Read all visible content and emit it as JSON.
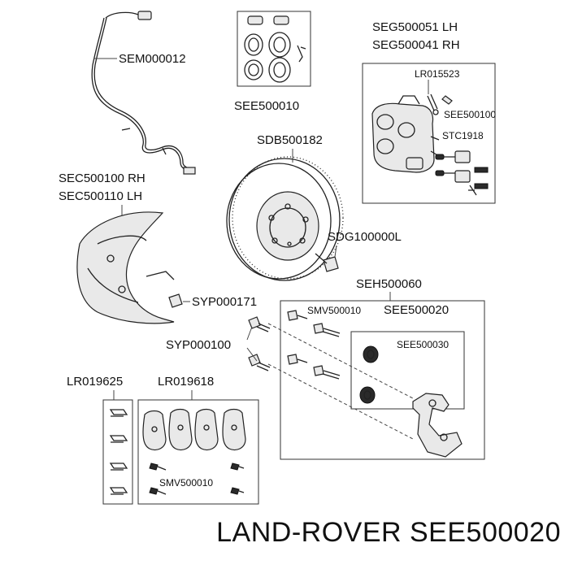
{
  "labels": {
    "sensor": "SEM000012",
    "seal_kit": "SEE500010",
    "caliper_lh": "SEG500051 LH",
    "caliper_rh": "SEG500041 RH",
    "bleed_screw": "LR015523",
    "caliper_seal": "SEE500100",
    "pin_kit": "STC1918",
    "disc": "SDB500182",
    "shield_rh": "SEC500100 RH",
    "shield_lh": "SEC500110 LH",
    "disc_screw": "SDG100000L",
    "carrier_kit": "SEH500060",
    "bolt_1": "SYP000171",
    "bolt_2": "SYP000100",
    "guide_bolt": "SMV500010",
    "guide_sleeve": "SEE500020",
    "boot": "SEE500030",
    "clips": "LR019625",
    "pads": "LR019618",
    "pad_bolt": "SMV500010"
  },
  "brand_line": "LAND-ROVER SEE500020"
}
